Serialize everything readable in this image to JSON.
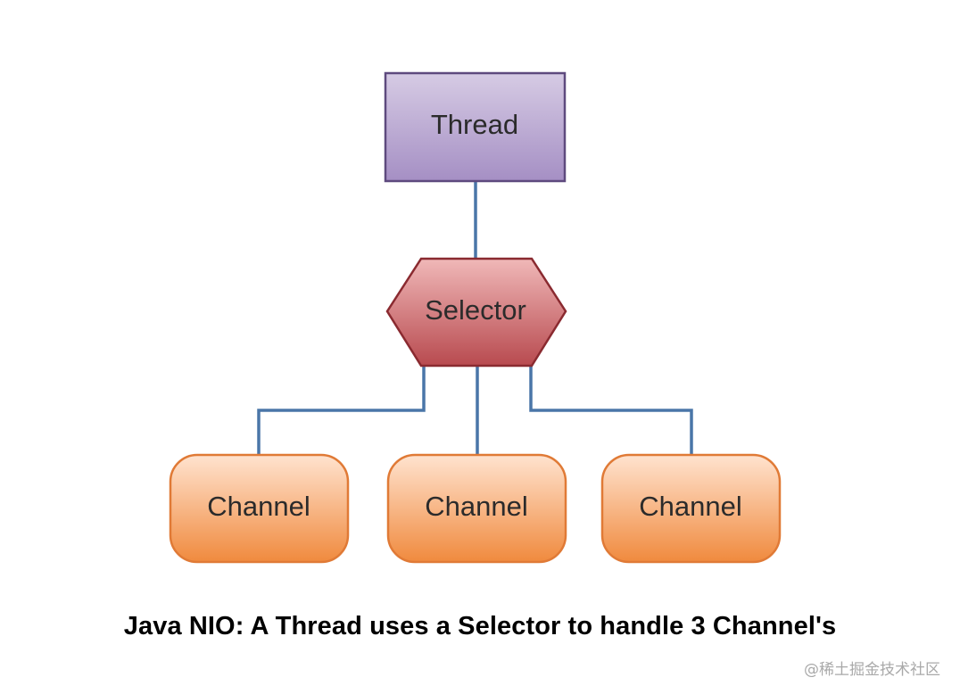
{
  "diagram": {
    "thread": {
      "label": "Thread"
    },
    "selector": {
      "label": "Selector"
    },
    "channels": [
      {
        "label": "Channel"
      },
      {
        "label": "Channel"
      },
      {
        "label": "Channel"
      }
    ],
    "connector_color": "#4a76a8",
    "colors": {
      "thread_fill_top": "#d6cbe4",
      "thread_fill_bottom": "#a58fc4",
      "thread_stroke": "#5e4a7e",
      "selector_fill_top": "#f0b8b8",
      "selector_fill_bottom": "#b84a4f",
      "selector_stroke": "#8a2a30",
      "channel_fill_top": "#ffe3cf",
      "channel_fill_bottom": "#f08a3e",
      "channel_stroke": "#e07a36"
    }
  },
  "caption": "Java NIO: A Thread uses a Selector to handle 3 Channel's",
  "watermark": "@稀土掘金技术社区"
}
